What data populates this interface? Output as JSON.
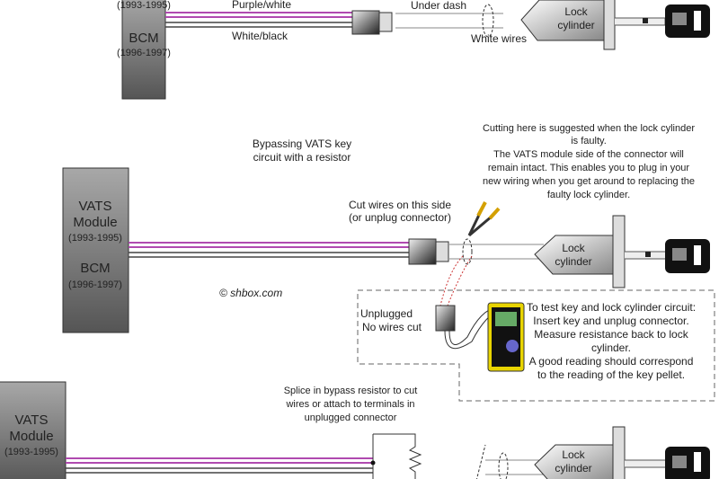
{
  "top": {
    "module_years": "(1993-1995)",
    "bcm": "BCM",
    "bcm_years": "(1996-1997)",
    "wire1": "Purple/white",
    "wire2": "White/black",
    "connector_label": "Under dash",
    "white_wires": "White wires",
    "lock1": "Lock",
    "lock2": "cylinder"
  },
  "middle": {
    "title1": "Bypassing VATS key",
    "title2": "circuit with a resistor",
    "module1": "VATS",
    "module2": "Module",
    "module_years": "(1993-1995)",
    "bcm": "BCM",
    "bcm_years": "(1996-1997)",
    "note": [
      "Cutting here is suggested when the lock cylinder",
      "is faulty.",
      "The VATS module side of the connector will",
      "remain intact.  This enables you to plug in your",
      "new wiring when you get around to replacing the",
      "faulty lock cylinder."
    ],
    "cut1": "Cut wires on this side",
    "cut2": "(or unplug connector)",
    "lock1": "Lock",
    "lock2": "cylinder",
    "copyright": "© shbox.com",
    "unplugged1": "Unplugged",
    "unplugged2": "No wires cut",
    "test": [
      "To test key and lock cylinder circuit:",
      "Insert key and unplug connector.",
      "Measure resistance back to lock",
      "cylinder.",
      "A good reading should correspond",
      "to the reading of the key pellet."
    ]
  },
  "bottom": {
    "module1": "VATS",
    "module2": "Module",
    "module_years": "(1993-1995)",
    "splice": [
      "Splice in bypass resistor to cut",
      "wires or attach to terminals in",
      "unplugged connector"
    ],
    "lock1": "Lock",
    "lock2": "cylinder"
  },
  "colors": {
    "purple": "#b04ab0",
    "module_gray": "#6e6e6e",
    "meter_yellow": "#e8d400"
  }
}
